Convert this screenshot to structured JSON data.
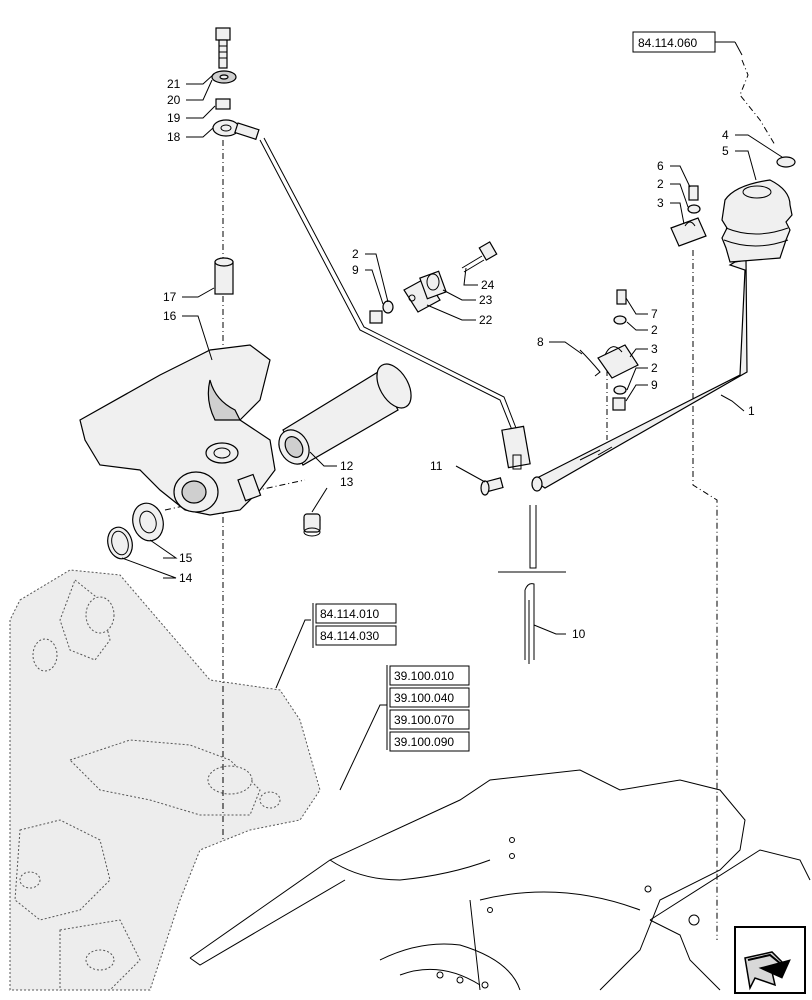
{
  "references": {
    "top_right": "84.114.060",
    "group_a": [
      "84.114.010",
      "84.114.030"
    ],
    "group_b": [
      "39.100.010",
      "39.100.040",
      "39.100.070",
      "39.100.090"
    ]
  },
  "callouts": {
    "c21": "21",
    "c20": "20",
    "c19": "19",
    "c18": "18",
    "c17": "17",
    "c16": "16",
    "c15": "15",
    "c14": "14",
    "c13": "13",
    "c12": "12",
    "c11": "11",
    "c10": "10",
    "c9a": "9",
    "c2a": "2",
    "c24": "24",
    "c23": "23",
    "c22": "22",
    "c8": "8",
    "c7": "7",
    "c2b": "2",
    "c3b": "3",
    "c2c": "2",
    "c9b": "9",
    "c6": "6",
    "c2d": "2",
    "c3a": "3",
    "c4": "4",
    "c5": "5",
    "c1": "1"
  },
  "navigation": {
    "icon": "next-arrow-icon"
  }
}
